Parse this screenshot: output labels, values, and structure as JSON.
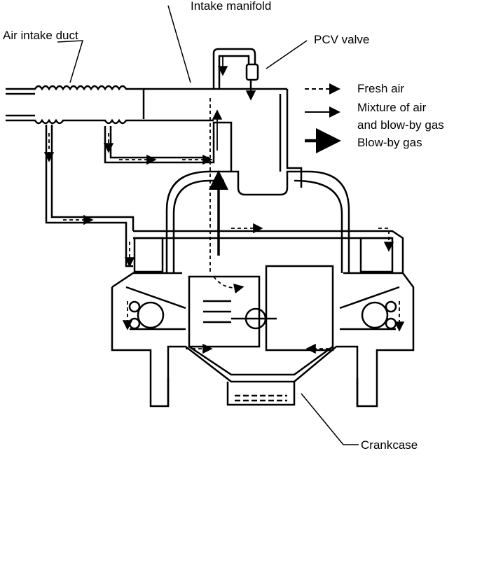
{
  "labels": {
    "intake_manifold": "Intake manifold",
    "air_intake_duct": "Air intake duct",
    "pcv_valve": "PCV valve",
    "crankcase": "Crankcase"
  },
  "legend": {
    "fresh_air": "Fresh air",
    "mixture_line1": "Mixture of air",
    "mixture_line2": "and blow-by gas",
    "blowby_gas": "Blow-by gas"
  },
  "colors": {
    "ink": "#000000",
    "paper": "#ffffff"
  }
}
